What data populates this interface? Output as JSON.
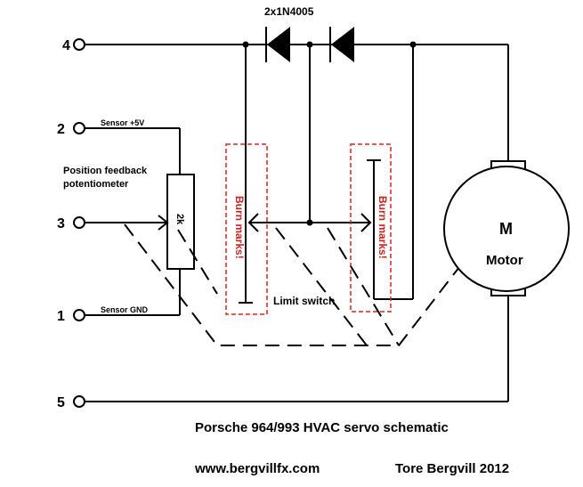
{
  "diagram": {
    "title": "Porsche 964/993 HVAC servo schematic",
    "website": "www.bergvillfx.com",
    "author": "Tore Bergvill 2012",
    "diode_label": "2x1N4005",
    "terminals": [
      "4",
      "2",
      "3",
      "1",
      "5"
    ],
    "sensor_plus_label": "Sensor +5V",
    "sensor_gnd_label": "Sensor GND",
    "potentiometer_caption_line1": "Position feedback",
    "potentiometer_caption_line2": "potentiometer",
    "resistor_value": "2k",
    "burn_marks_label": "Burn marks!",
    "limit_switch_label": "Limit switch",
    "motor_symbol": "M",
    "motor_label": "Motor",
    "colors": {
      "line": "#000000",
      "burn_marks": "#cc2222",
      "background": "#ffffff"
    }
  }
}
